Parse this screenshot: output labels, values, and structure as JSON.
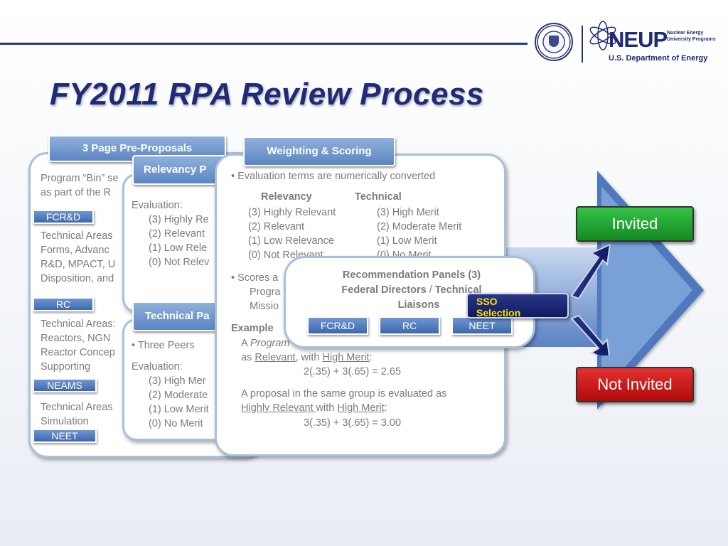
{
  "title": "FY2011 RPA Review Process",
  "branding": {
    "neup": "NEUP",
    "neup_sub1": "Nuclear Energy",
    "neup_sub2": "University Programs",
    "doe": "U.S. Department of Energy"
  },
  "panel1": {
    "header": "3 Page Pre-Proposals",
    "line1": "Program “Bin” se",
    "line2": "as part of the R",
    "fcrd": "FCR&D",
    "fcrd_text": [
      "Technical Areas",
      "Forms, Advanc",
      "R&D, MPACT, U",
      "Disposition, and"
    ],
    "rc": "RC",
    "rc_text": [
      "Technical Areas:",
      "Reactors, NGN",
      "Reactor Concep",
      "Supporting"
    ],
    "neams": "NEAMS",
    "neams_text": [
      "Technical Areas",
      "Simulation"
    ],
    "neet": "NEET"
  },
  "panel2": {
    "header": "Relevancy P",
    "eval_label": "Evaluation:",
    "items": [
      "(3) Highly Re",
      "(2) Relevant",
      "(1) Low Rele",
      "(0) Not Relev"
    ]
  },
  "panel3": {
    "header": "Technical Pa",
    "bullet": "• Three Peers",
    "eval_label": "Evaluation:",
    "items": [
      "(3) High Mer",
      "(2) Moderate",
      "(1) Low Merit",
      "(0) No Merit"
    ]
  },
  "panel4": {
    "header": "Weighting & Scoring",
    "bullet1": "• Evaluation terms are numerically converted",
    "col1_head": "Relevancy",
    "col2_head": "Technical",
    "col1": [
      "(3) Highly Relevant",
      "(2) Relevant",
      "(1) Low Relevance",
      "(0) Not Relevant"
    ],
    "col2": [
      "(3) High Merit",
      "(2) Moderate Merit",
      "(1) Low Merit",
      "(0) No Merit"
    ],
    "bullet2a": "• Scores a",
    "bullet2b": "Progra",
    "bullet2c": "Missio",
    "example": "Example",
    "ex_a": "A ",
    "ex_program": "Program",
    "ex_as": "as ",
    "ex_relevant": "Relevant",
    "ex_with": ", with ",
    "ex_highmerit": "High Merit",
    "ex_colon": ":",
    "ex_calc1": "2(.35) + 3(.65) = 2.65",
    "ex2_line1": "A proposal in the same group is evaluated as",
    "ex2_highly": "Highly Relevant ",
    "ex2_with": "with ",
    "ex2_highmerit": "High Merit",
    "ex2_colon": ":",
    "ex_calc2": "3(.35) + 3(.65) = 3.00"
  },
  "recommend": {
    "line1": "Recommendation Panels (3)",
    "line2a": "Federal Directors",
    "line2b": " / ",
    "line2c": "Technical",
    "line3": "Liaisons",
    "btns": [
      "FCR&D",
      "RC",
      "NEET"
    ]
  },
  "sso": {
    "line1": "SSO",
    "line2": "Selection"
  },
  "invited": "Invited",
  "not_invited": "Not Invited",
  "colors": {
    "invited": "#1f9a2c",
    "not_invited": "#cc1010",
    "accent": "#1f2b78"
  }
}
